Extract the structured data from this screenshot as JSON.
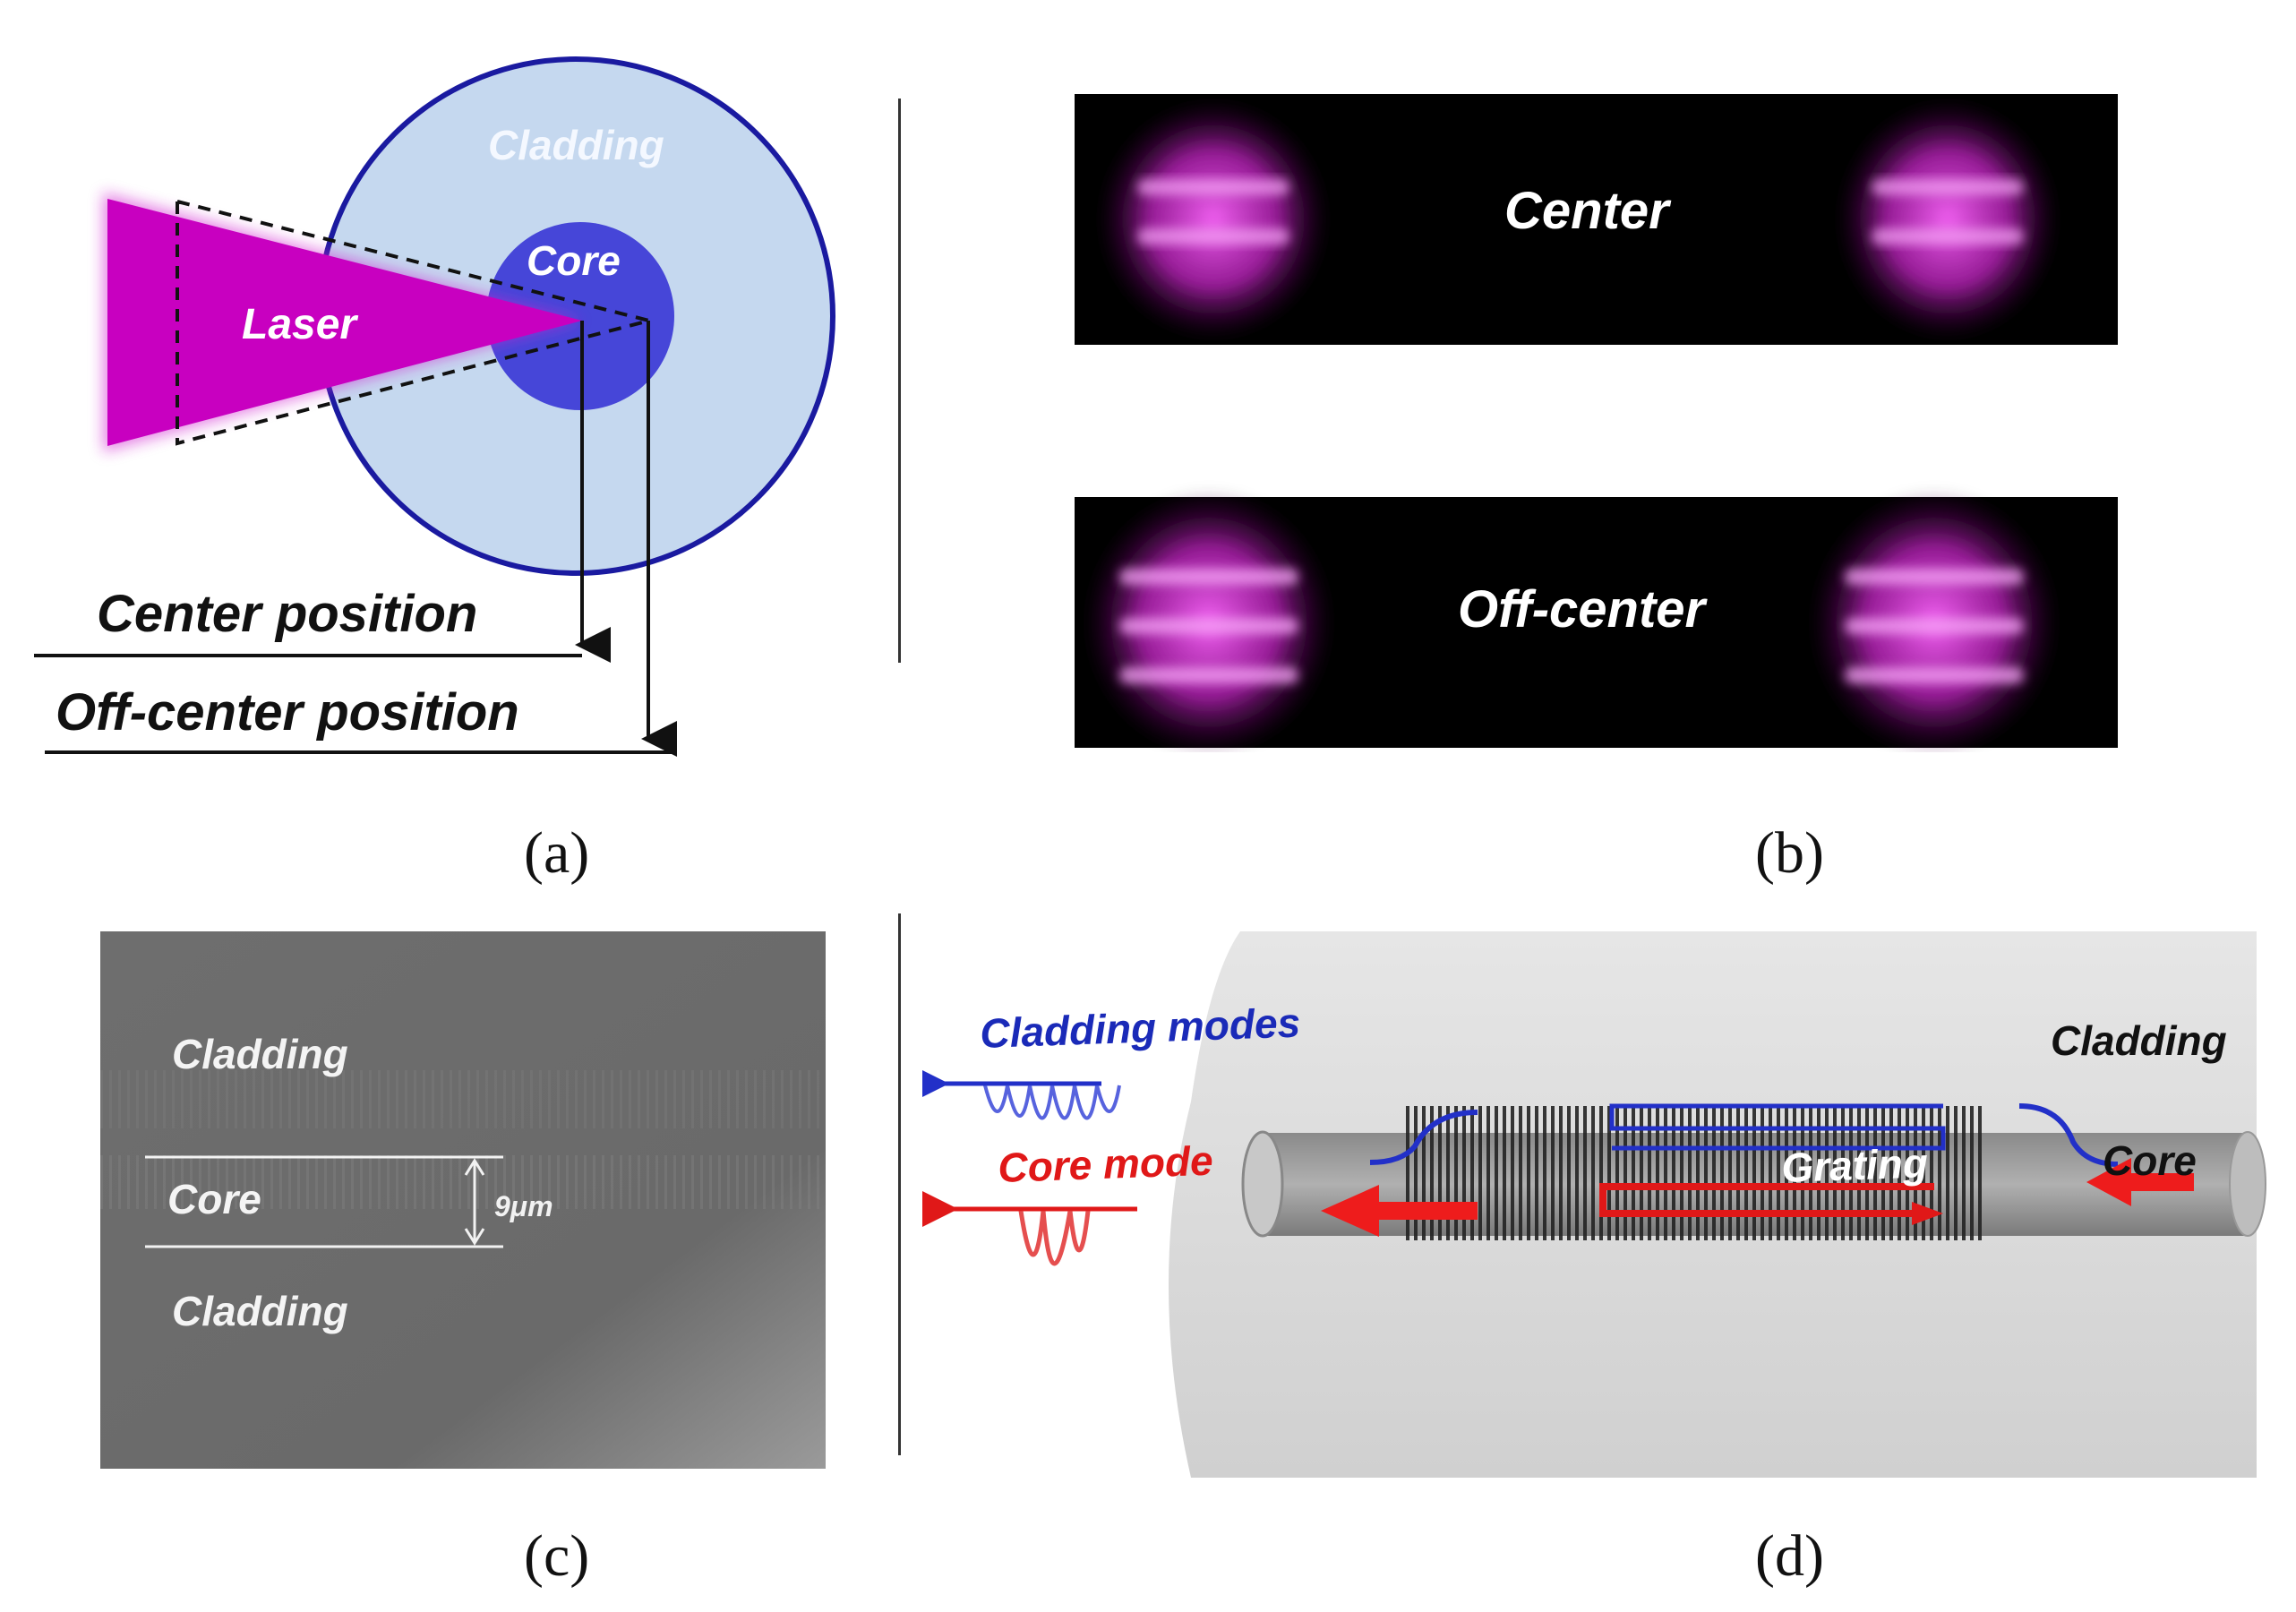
{
  "panel_a": {
    "cladding": "Cladding",
    "core": "Core",
    "laser": "Laser",
    "center_position": "Center position",
    "off_center_position": "Off-center position",
    "caption": "(a)"
  },
  "panel_b": {
    "top_label": "Center",
    "bottom_label": "Off-center",
    "caption": "(b)"
  },
  "panel_c": {
    "cladding_top": "Cladding",
    "core": "Core",
    "cladding_bottom": "Cladding",
    "core_width": "9μm",
    "caption": "(c)"
  },
  "panel_d": {
    "cladding_modes": "Cladding modes",
    "core_mode": "Core mode",
    "cladding": "Cladding",
    "grating": "Grating",
    "core": "Core",
    "caption": "(d)"
  },
  "colors": {
    "laser": "#c800c0",
    "cladding_fill": "#c5d8ef",
    "core_fill": "#4646d8",
    "outline": "#1a1aa0",
    "mode_blue": "#2230c8",
    "mode_red": "#e01818"
  }
}
